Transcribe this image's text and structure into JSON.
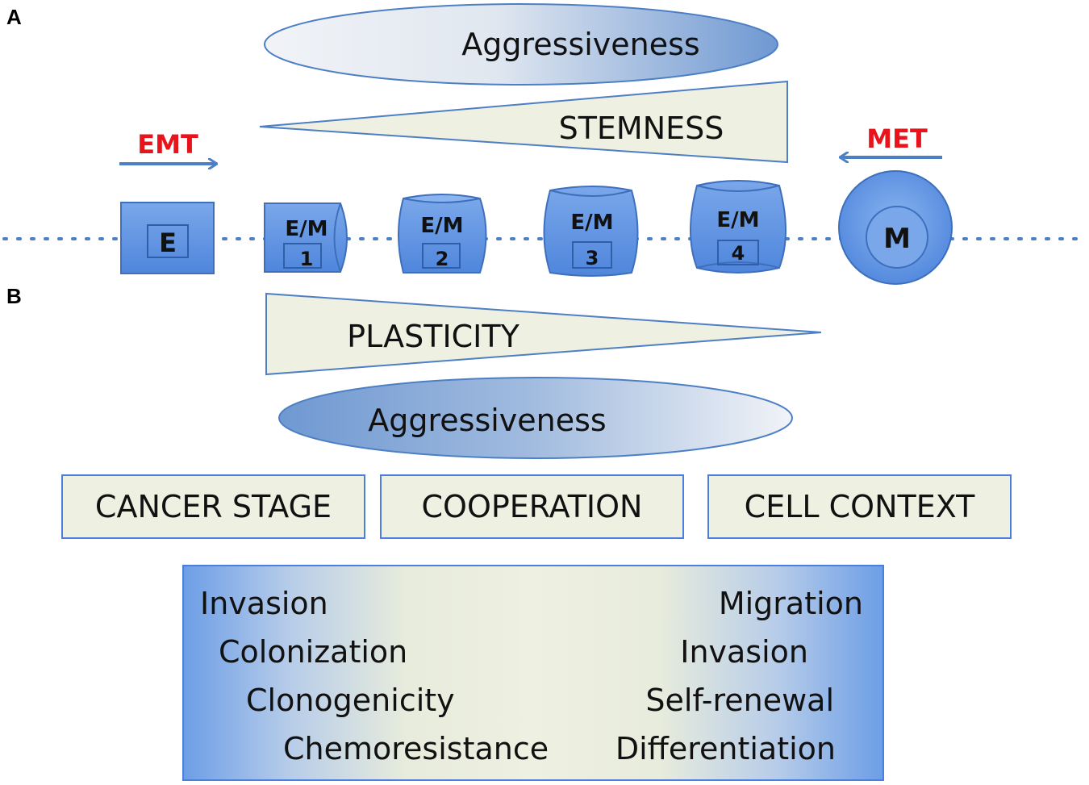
{
  "panels": {
    "a": "A",
    "b": "B"
  },
  "top": {
    "oval_label": "Aggressiveness",
    "triangle_label": "STEMNESS",
    "emt_label": "EMT",
    "met_label": "MET"
  },
  "cells": [
    {
      "line1": "E",
      "line2": ""
    },
    {
      "line1": "E/M",
      "line2": "1"
    },
    {
      "line1": "E/M",
      "line2": "2"
    },
    {
      "line1": "E/M",
      "line2": "3"
    },
    {
      "line1": "E/M",
      "line2": "4"
    },
    {
      "line1": "M",
      "line2": ""
    }
  ],
  "bottom": {
    "triangle_label": "PLASTICITY",
    "oval_label": "Aggressiveness"
  },
  "factors": [
    "CANCER STAGE",
    "COOPERATION",
    "CELL CONTEXT"
  ],
  "traits": {
    "left": [
      "Invasion",
      "Colonization",
      "Clonogenicity",
      "Chemoresistance"
    ],
    "right": [
      "Migration",
      "Invasion",
      "Self-renewal",
      "Differentiation"
    ]
  },
  "colors": {
    "accent_blue": "#4a7fe0",
    "cell_blue": "#5b8fe0",
    "triangle_fill": "#eef0e2",
    "arrow_blue": "#4d7fc4",
    "emt_met_red": "#e8141c"
  }
}
